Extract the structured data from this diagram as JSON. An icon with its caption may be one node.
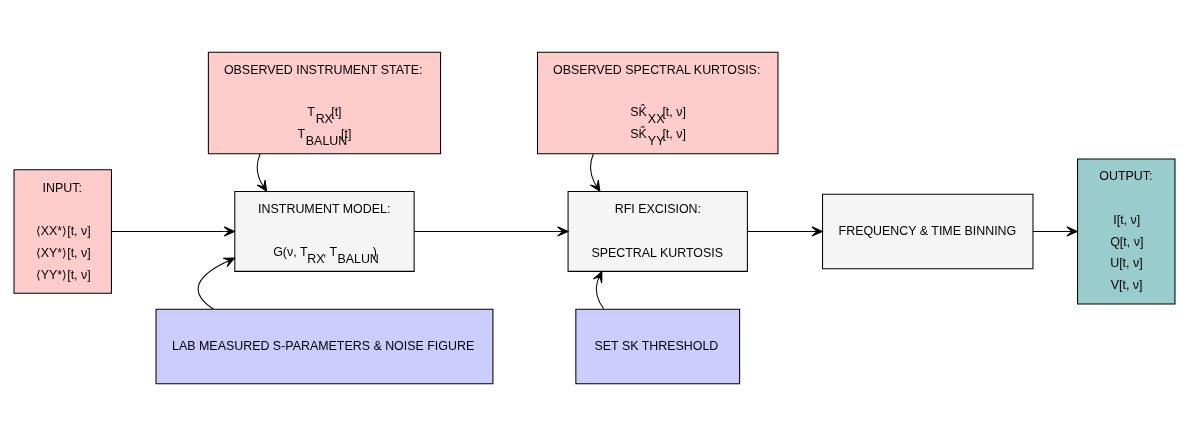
{
  "diagram": {
    "nodes": [
      {
        "text": [
          "LAB MEASURED S-PARAMETERS & NOISE FIGURE"
        ]
      },
      {
        "text": [
          "SET SK THRESHOLD"
        ]
      },
      {
        "text": [
          "INPUT:",
          "⟨XX*⟩[t, ν]",
          "⟨XY*⟩[t, ν]",
          "⟨YY*⟩[t, ν]"
        ]
      },
      {
        "text": [
          "INSTRUMENT MODEL:",
          "G(ν, T$_{RX}$, T$_{BALUN}$)"
        ]
      },
      {
        "text": [
          "RFI EXCISION:",
          "SPECTRAL KURTOSIS"
        ]
      },
      {
        "text": [
          "FREQUENCY & TIME BINNING"
        ]
      },
      {
        "text": [
          "OUTPUT:",
          "I[t, ν]",
          "Q[t, ν]",
          "U[t, ν]",
          "V[t, ν]"
        ]
      },
      {
        "text": [
          "OBSERVED INSTRUMENT STATE:",
          "T$_{RX}$[t]",
          "T$_{BALUN}$[t]"
        ]
      },
      {
        "text": [
          "OBSERVED SPECTRAL KURTOSIS:",
          "SK̂$_{XX}$[t, ν]",
          "SK̂$_{YY}$[t, ν]"
        ]
      }
    ],
    "edges": [
      {
        "from": 2,
        "to": 3,
        "arrow": "to"
      },
      {
        "from": 0,
        "to": 3,
        "arrow": "to"
      },
      {
        "from": 7,
        "to": 3,
        "arrow": "to"
      },
      {
        "from": 3,
        "to": 4,
        "arrow": "to"
      },
      {
        "from": 1,
        "to": 4,
        "arrow": "to"
      },
      {
        "from": 8,
        "to": 4,
        "arrow": "to"
      },
      {
        "from": 4,
        "to": 5,
        "arrow": "to"
      },
      {
        "from": 5,
        "to": 6,
        "arrow": "to"
      }
    ]
  }
}
